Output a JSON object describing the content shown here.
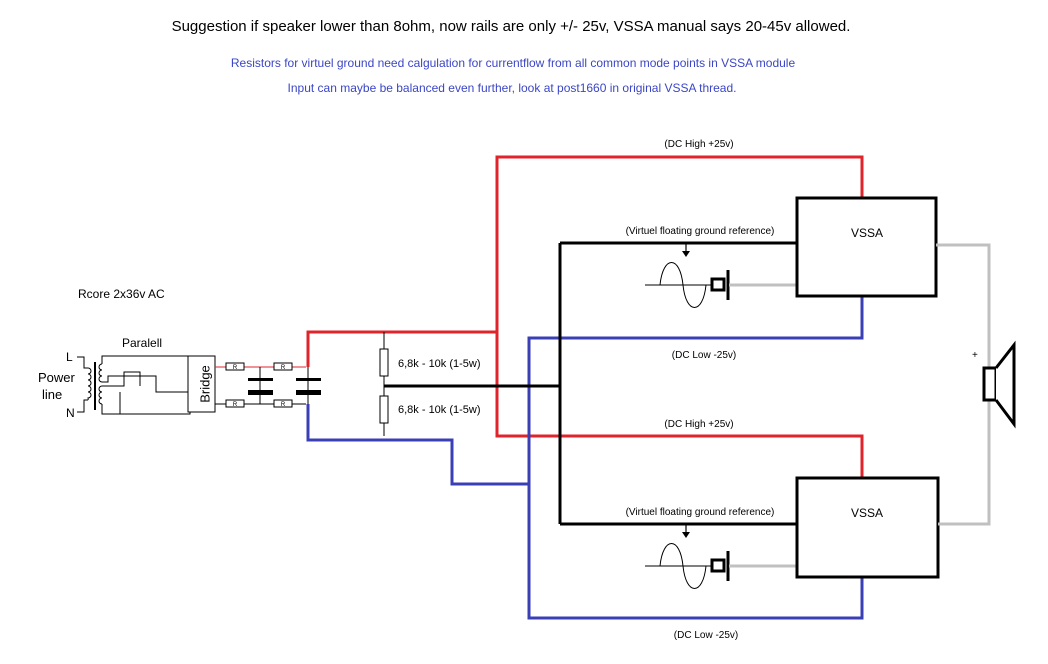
{
  "header": {
    "title": "Suggestion if speaker lower than 8ohm, now rails are only +/- 25v, VSSA manual says 20-45v allowed.",
    "note_1": "Resistors for virtuel ground need calgulation for currentflow from all common mode points in VSSA module",
    "note_2": "Input can maybe be balanced even further, look at post1660 in original VSSA thread."
  },
  "transformer": {
    "name": "Rcore 2x36v AC",
    "wiring": "Paralell",
    "label_l": "L",
    "label_n": "N",
    "power_line_1": "Power",
    "power_line_2": "line"
  },
  "bridge": {
    "label": "Bridge"
  },
  "resistor_mark": "R",
  "divider": {
    "top_resistor": "6,8k - 10k (1-5w)",
    "bottom_resistor": "6,8k - 10k (1-5w)"
  },
  "upper_module": {
    "label": "VSSA",
    "dc_high": "(DC High +25v)",
    "dc_low": "(DC Low -25v)",
    "ground_ref": "(Virtuel floating ground reference)"
  },
  "lower_module": {
    "label": "VSSA",
    "dc_high": "(DC High +25v)",
    "dc_low": "(DC Low -25v)",
    "ground_ref": "(Virtuel floating ground reference)"
  },
  "speaker": {
    "polarity": "+"
  },
  "colors": {
    "positive_rail": "#e0242b",
    "negative_rail": "#3a3fb5",
    "ground": "#000000",
    "output": "#c0c0c0",
    "note_text": "#3b46c4"
  }
}
